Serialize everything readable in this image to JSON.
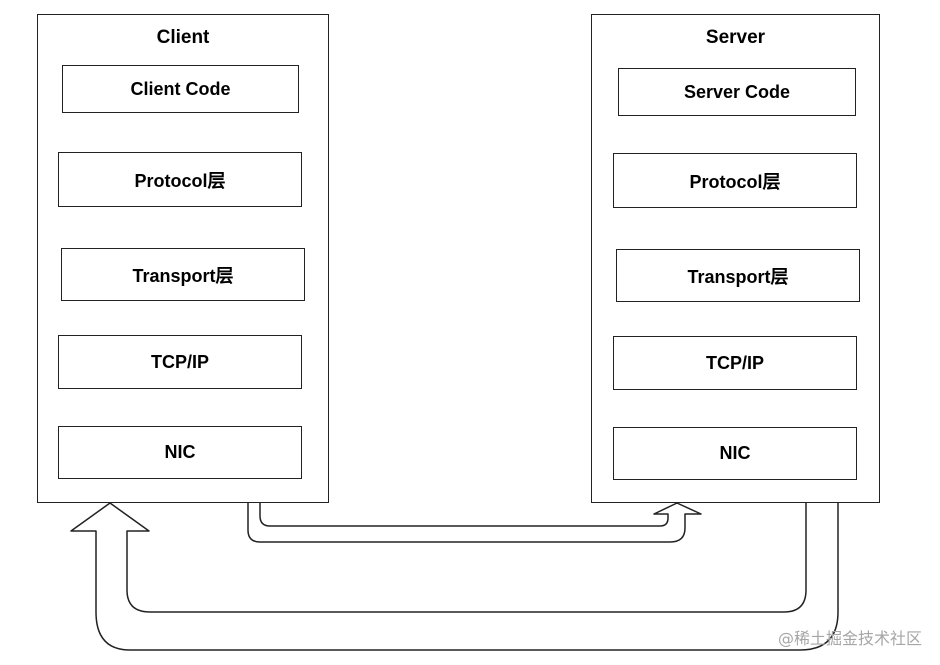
{
  "client": {
    "title": "Client",
    "layers": [
      "Client Code",
      "Protocol层",
      "Transport层",
      "TCP/IP",
      "NIC"
    ]
  },
  "server": {
    "title": "Server",
    "layers": [
      "Server Code",
      "Protocol层",
      "Transport层",
      "TCP/IP",
      "NIC"
    ]
  },
  "watermark": "@稀土掘金技术社区",
  "colors": {
    "line": "#222222",
    "background": "#ffffff",
    "watermark": "#a6a6a6"
  }
}
